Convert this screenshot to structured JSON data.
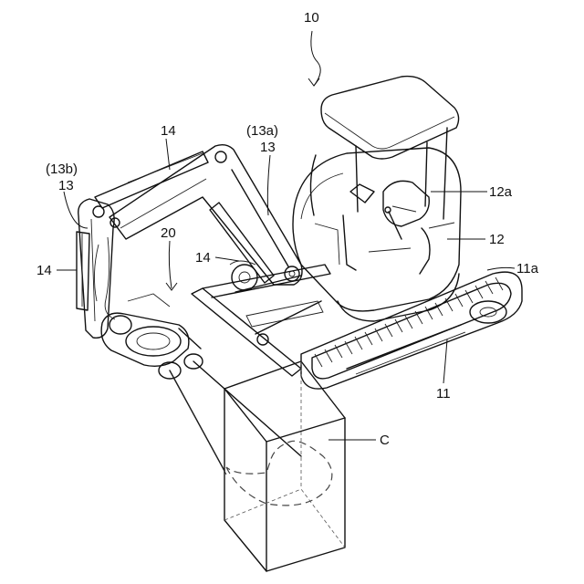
{
  "labels": {
    "excavator": "10",
    "crawler": "11",
    "crawler_track": "11a",
    "upper_body": "12",
    "cab": "12a",
    "boom_main": "13",
    "boom_main_sub": "(13a)",
    "boom_arm": "13",
    "boom_arm_sub": "(13b)",
    "cylinder_top": "14",
    "cylinder_left": "14",
    "cylinder_mid": "14",
    "attachment": "20",
    "container": "C"
  },
  "colors": {
    "line": "#111111",
    "background": "#ffffff"
  }
}
